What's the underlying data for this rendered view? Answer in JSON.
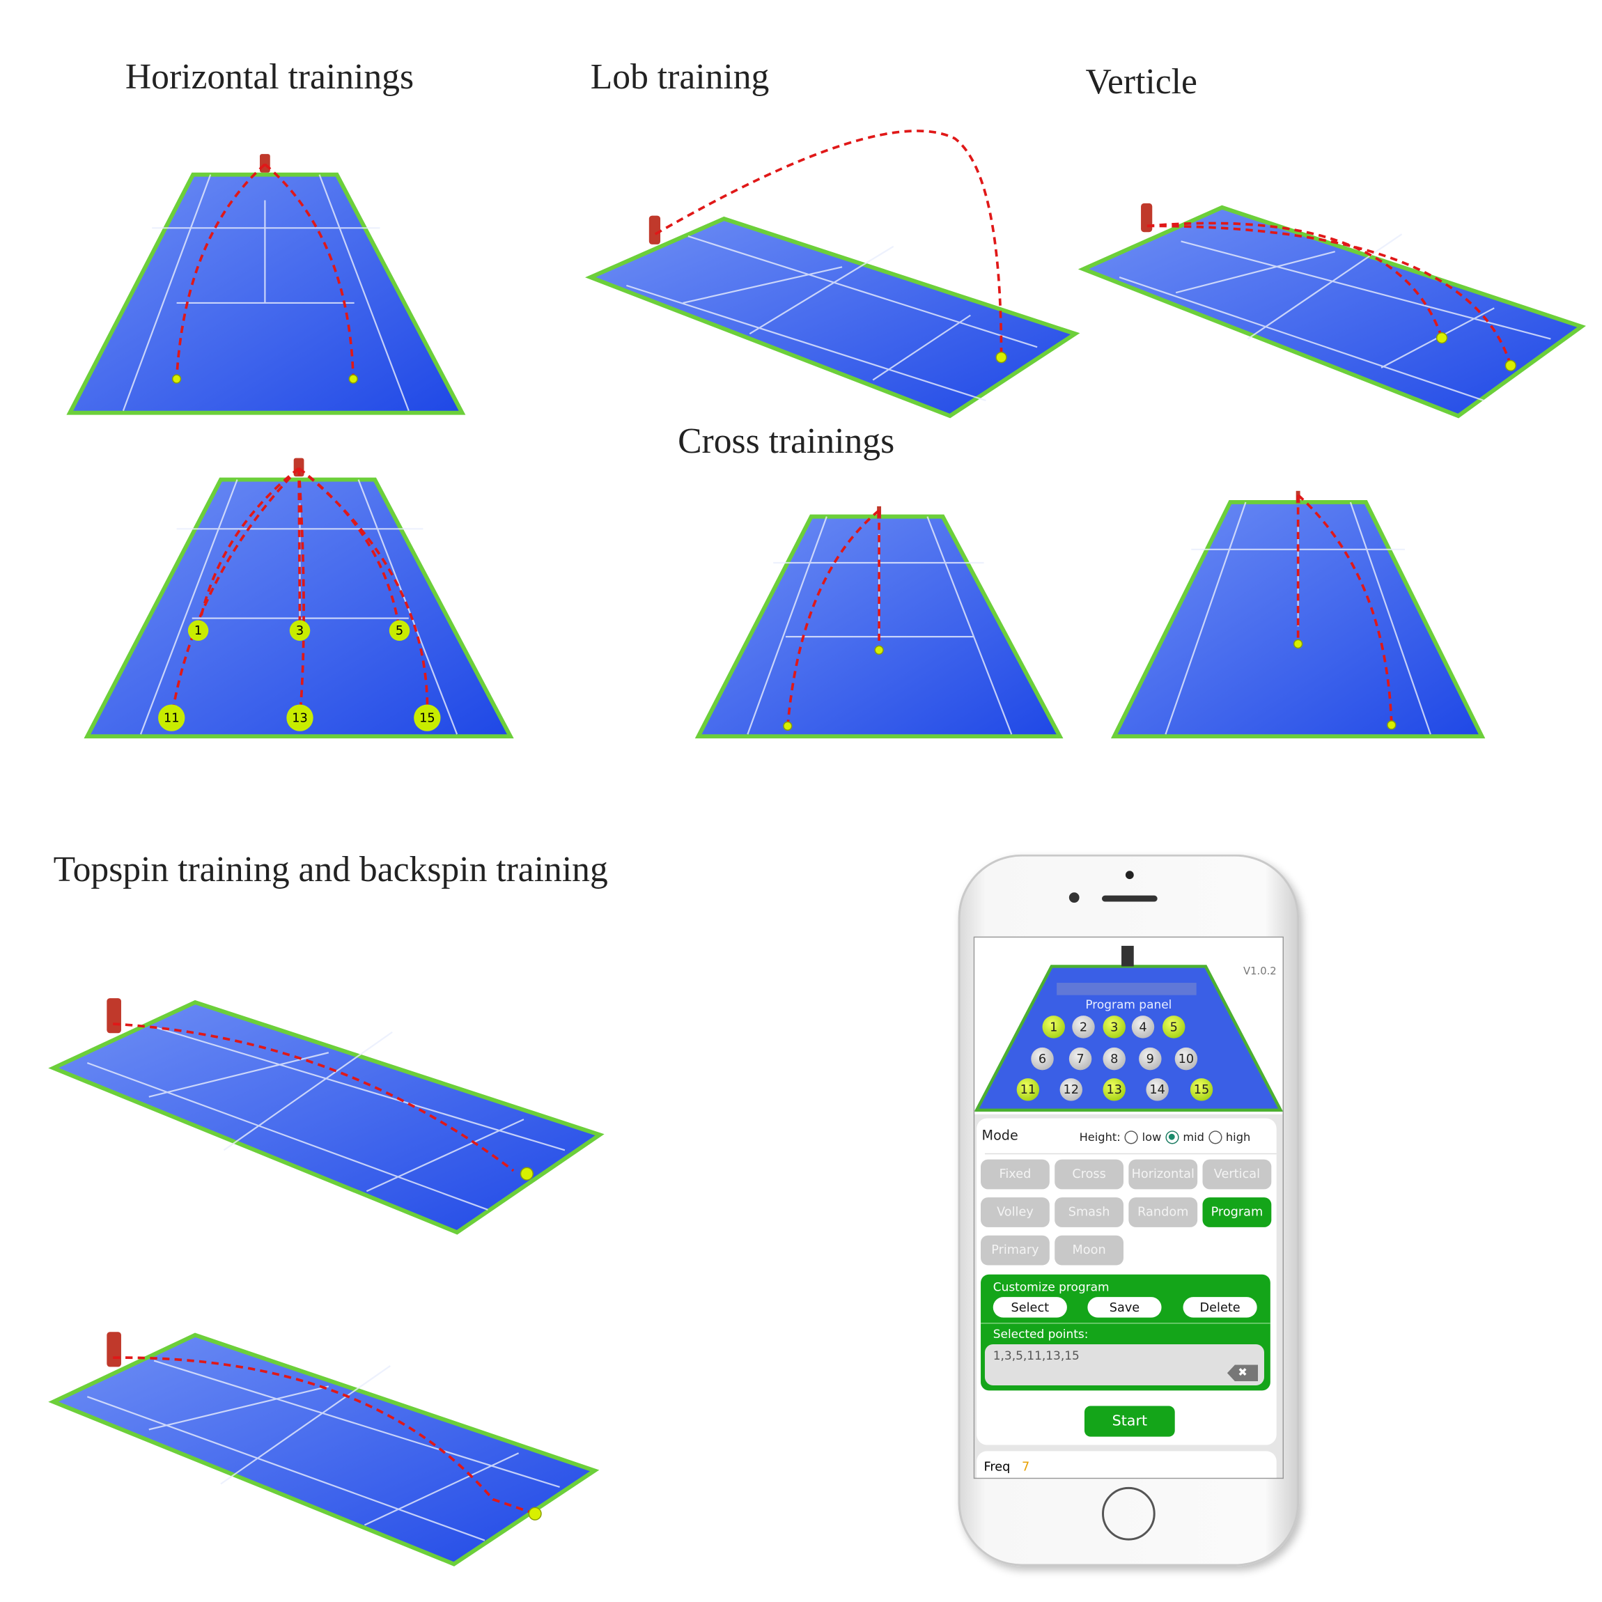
{
  "titles": {
    "horizontal": "Horizontal trainings",
    "lob": "Lob training",
    "vertical": "Verticle",
    "cross": "Cross trainings",
    "spin": "Topspin training and backspin training"
  },
  "court_points": [
    "1",
    "3",
    "5",
    "11",
    "13",
    "15"
  ],
  "app": {
    "version": "V1.0.2",
    "panel_title": "Program panel",
    "points": [
      {
        "n": "1",
        "on": true
      },
      {
        "n": "2",
        "on": false
      },
      {
        "n": "3",
        "on": true
      },
      {
        "n": "4",
        "on": false
      },
      {
        "n": "5",
        "on": true
      },
      {
        "n": "6",
        "on": false
      },
      {
        "n": "7",
        "on": false
      },
      {
        "n": "8",
        "on": false
      },
      {
        "n": "9",
        "on": false
      },
      {
        "n": "10",
        "on": false
      },
      {
        "n": "11",
        "on": true
      },
      {
        "n": "12",
        "on": false
      },
      {
        "n": "13",
        "on": true
      },
      {
        "n": "14",
        "on": false
      },
      {
        "n": "15",
        "on": true
      }
    ],
    "mode_label": "Mode",
    "height_label": "Height:",
    "height_options": [
      "low",
      "mid",
      "high"
    ],
    "height_selected": "mid",
    "modes": [
      "Fixed",
      "Cross",
      "Horizontal",
      "Vertical",
      "Volley",
      "Smash",
      "Random",
      "Program",
      "Primary",
      "Moon"
    ],
    "mode_selected": "Program",
    "customize_label": "Customize program",
    "select_label": "Select",
    "save_label": "Save",
    "delete_label": "Delete",
    "selected_points_label": "Selected points:",
    "selected_points_value": "1,3,5,11,13,15",
    "start_label": "Start",
    "freq_label": "Freq",
    "freq_value": "7"
  },
  "colors": {
    "court": "#2d55e8",
    "green": "#14a519",
    "trajectory": "#e01818",
    "ball": "#d8f000"
  }
}
